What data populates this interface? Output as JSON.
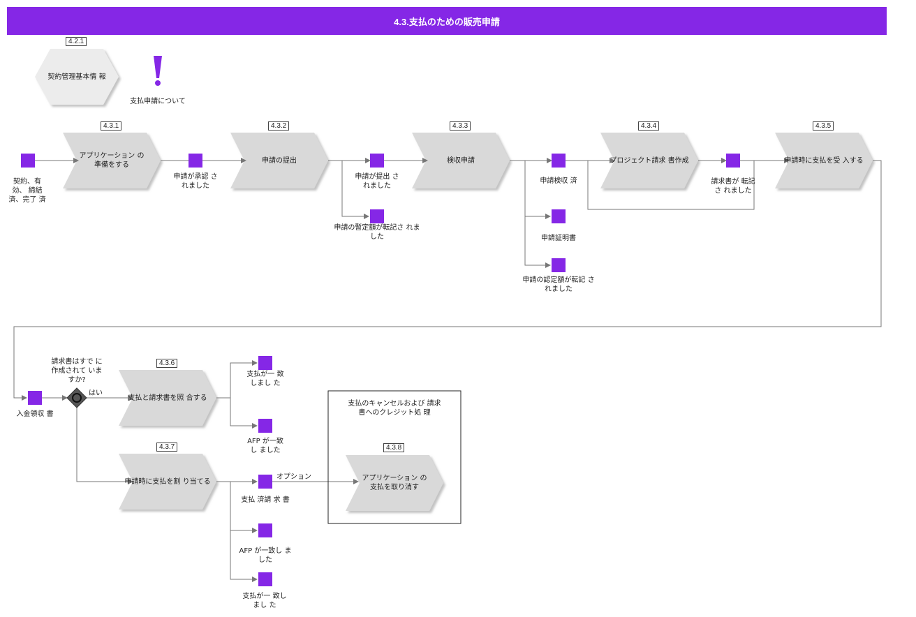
{
  "title": "4.3.支払のための販売申請",
  "colors": {
    "accent": "#8527e6",
    "function_fill": "#d9d9d9",
    "line": "#777777"
  },
  "start": {
    "badge": "4.2.1",
    "label": "契約管理基本情 報"
  },
  "note": {
    "icon": "exclamation-icon",
    "label": "支払申請について"
  },
  "functions": {
    "f431": {
      "badge": "4.3.1",
      "label": "アプリケーション の準備をする"
    },
    "f432": {
      "badge": "4.3.2",
      "label": "申請の提出"
    },
    "f433": {
      "badge": "4.3.3",
      "label": "検収申請"
    },
    "f434": {
      "badge": "4.3.4",
      "label": "プロジェクト請求 書作成"
    },
    "f435": {
      "badge": "4.3.5",
      "label": "申請時に支払を受 入する"
    },
    "f436": {
      "badge": "4.3.6",
      "label": "支払と請求書を照 合する"
    },
    "f437": {
      "badge": "4.3.7",
      "label": "申請時に支払を割 り当てる"
    },
    "f438": {
      "badge": "4.3.8",
      "label": "アプリケーション の支払を取り消す"
    }
  },
  "events": {
    "e1": "契約、有 効、 締結 済、完了 済",
    "e2": "申請が承認 されました",
    "e3": "申請が提出 されました",
    "e4": "申請の暫定額が転記さ れました",
    "e5": "申請検収 済",
    "e6": "申請証明書",
    "e7": "申請の認定額が転記 さ れました",
    "e8": "請求書が 転記 さ れました",
    "e9": "入金領収 書",
    "e10": "支払が一 致しまし た",
    "e11": "AFP が一致し ました",
    "e12": "支払 済請 求 書",
    "e13": "AFP が一致し ました",
    "e14": "支払が一 致しまし た"
  },
  "gateway": {
    "question": "請求書はすで に作成されて いますか?",
    "yes_label": "はい"
  },
  "option_label": "オプション",
  "cancel_group": {
    "title": "支払のキャンセルおよび 請求書へのクレジット処 理"
  }
}
